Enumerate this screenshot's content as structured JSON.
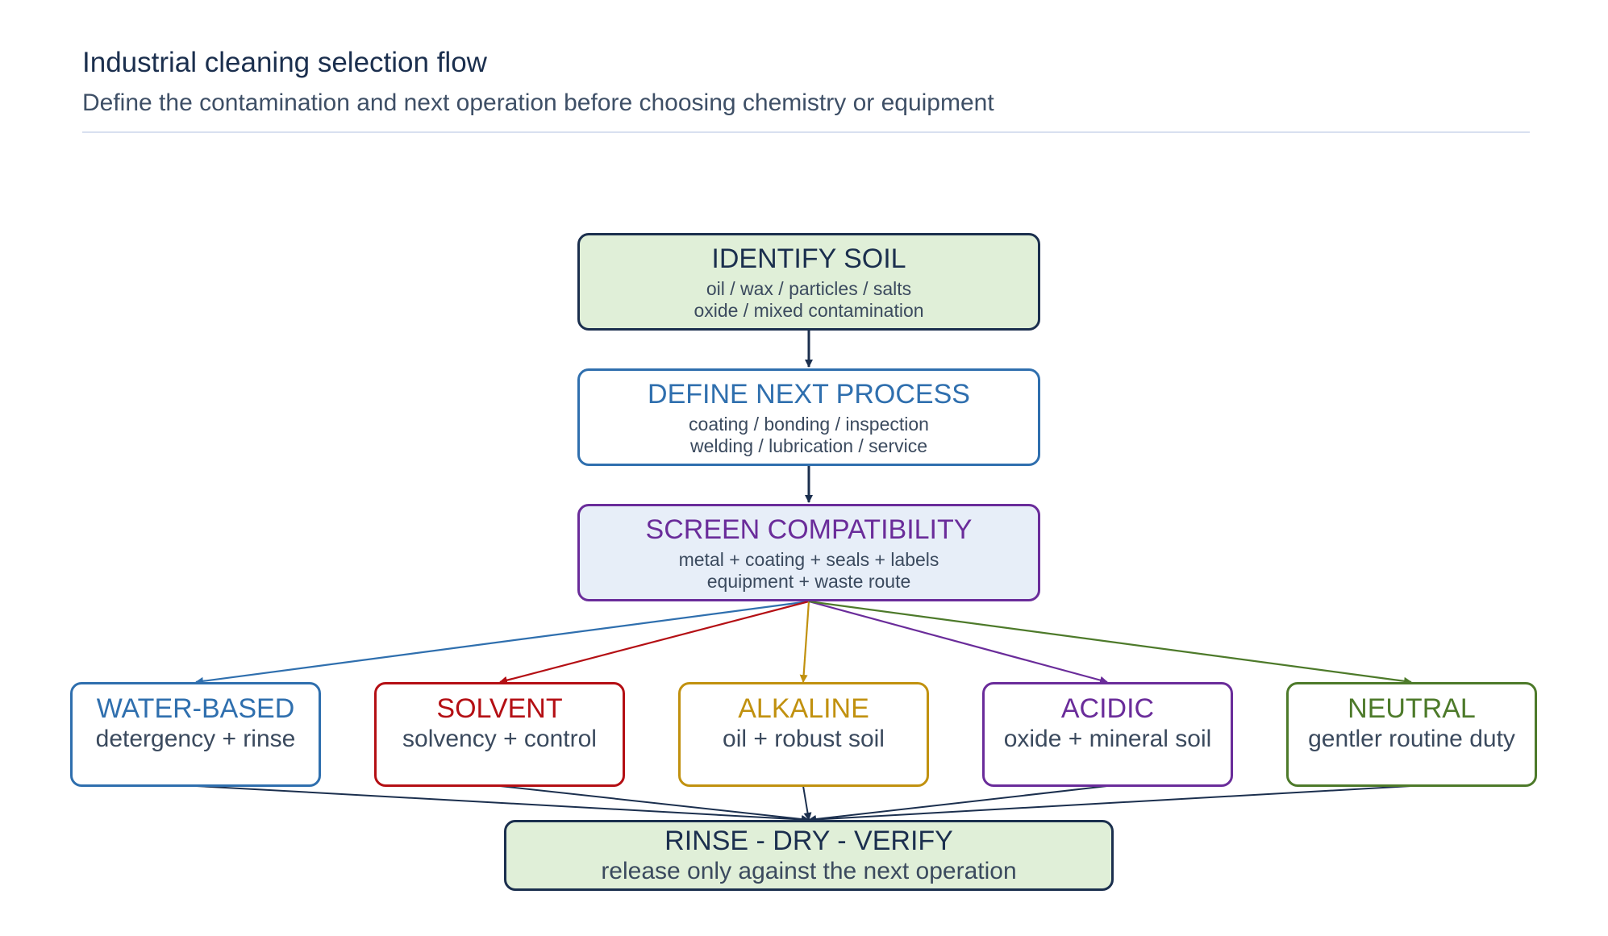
{
  "header": {
    "title": "Industrial cleaning selection flow",
    "subtitle": "Define the contamination and next operation before choosing chemistry or equipment"
  },
  "steps": [
    {
      "title": "IDENTIFY SOIL",
      "lines": [
        "oil / wax / particles / salts",
        "oxide / mixed contamination"
      ]
    },
    {
      "title": "DEFINE NEXT PROCESS",
      "lines": [
        "coating / bonding / inspection",
        "welding / lubrication / service"
      ]
    },
    {
      "title": "SCREEN COMPATIBILITY",
      "lines": [
        "metal + coating + seals + labels",
        "equipment + waste route"
      ]
    }
  ],
  "options": [
    {
      "title": "WATER-BASED",
      "desc": "detergency + rinse"
    },
    {
      "title": "SOLVENT",
      "desc": "solvency + control"
    },
    {
      "title": "ALKALINE",
      "desc": "oil + robust soil"
    },
    {
      "title": "ACIDIC",
      "desc": "oxide + mineral soil"
    },
    {
      "title": "NEUTRAL",
      "desc": "gentler routine duty"
    }
  ],
  "final": {
    "title": "RINSE - DRY - VERIFY",
    "desc": "release only against the next operation"
  },
  "colors": {
    "navy": "#1b2f4e",
    "step_fill_green": "#e0efd8",
    "step_fill_blue": "#e7eef8",
    "blue": "#2f6fae",
    "purple": "#6a2c9a",
    "red": "#b40f14",
    "gold": "#c1910f",
    "green": "#4d7a2a"
  }
}
